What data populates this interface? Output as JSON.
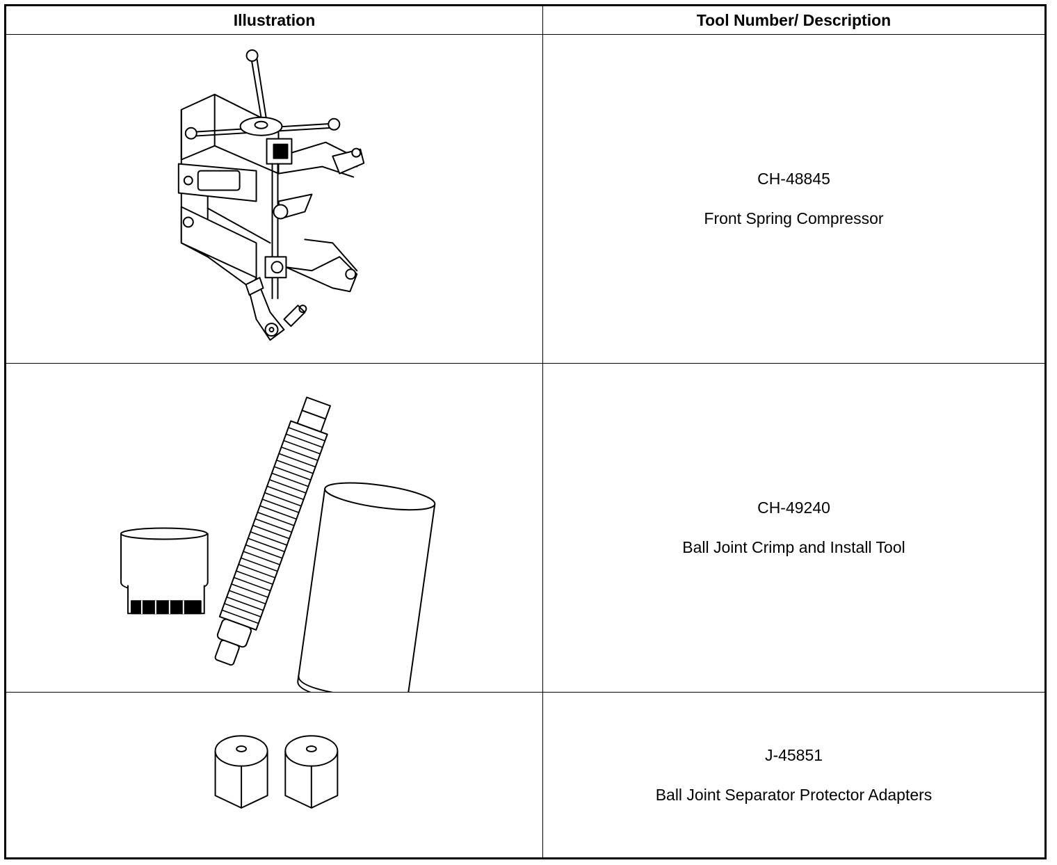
{
  "table": {
    "headers": {
      "illustration": "Illustration",
      "tool": "Tool Number/ Description"
    },
    "rows": [
      {
        "number": "CH-48845",
        "description": "Front Spring Compressor",
        "icon": "spring-compressor-illustration"
      },
      {
        "number": "CH-49240",
        "description": "Ball Joint Crimp and Install Tool",
        "icon": "ball-joint-crimp-tool-illustration"
      },
      {
        "number": "J-45851",
        "description": "Ball Joint Separator Protector Adapters",
        "icon": "protector-adapters-illustration"
      }
    ]
  }
}
